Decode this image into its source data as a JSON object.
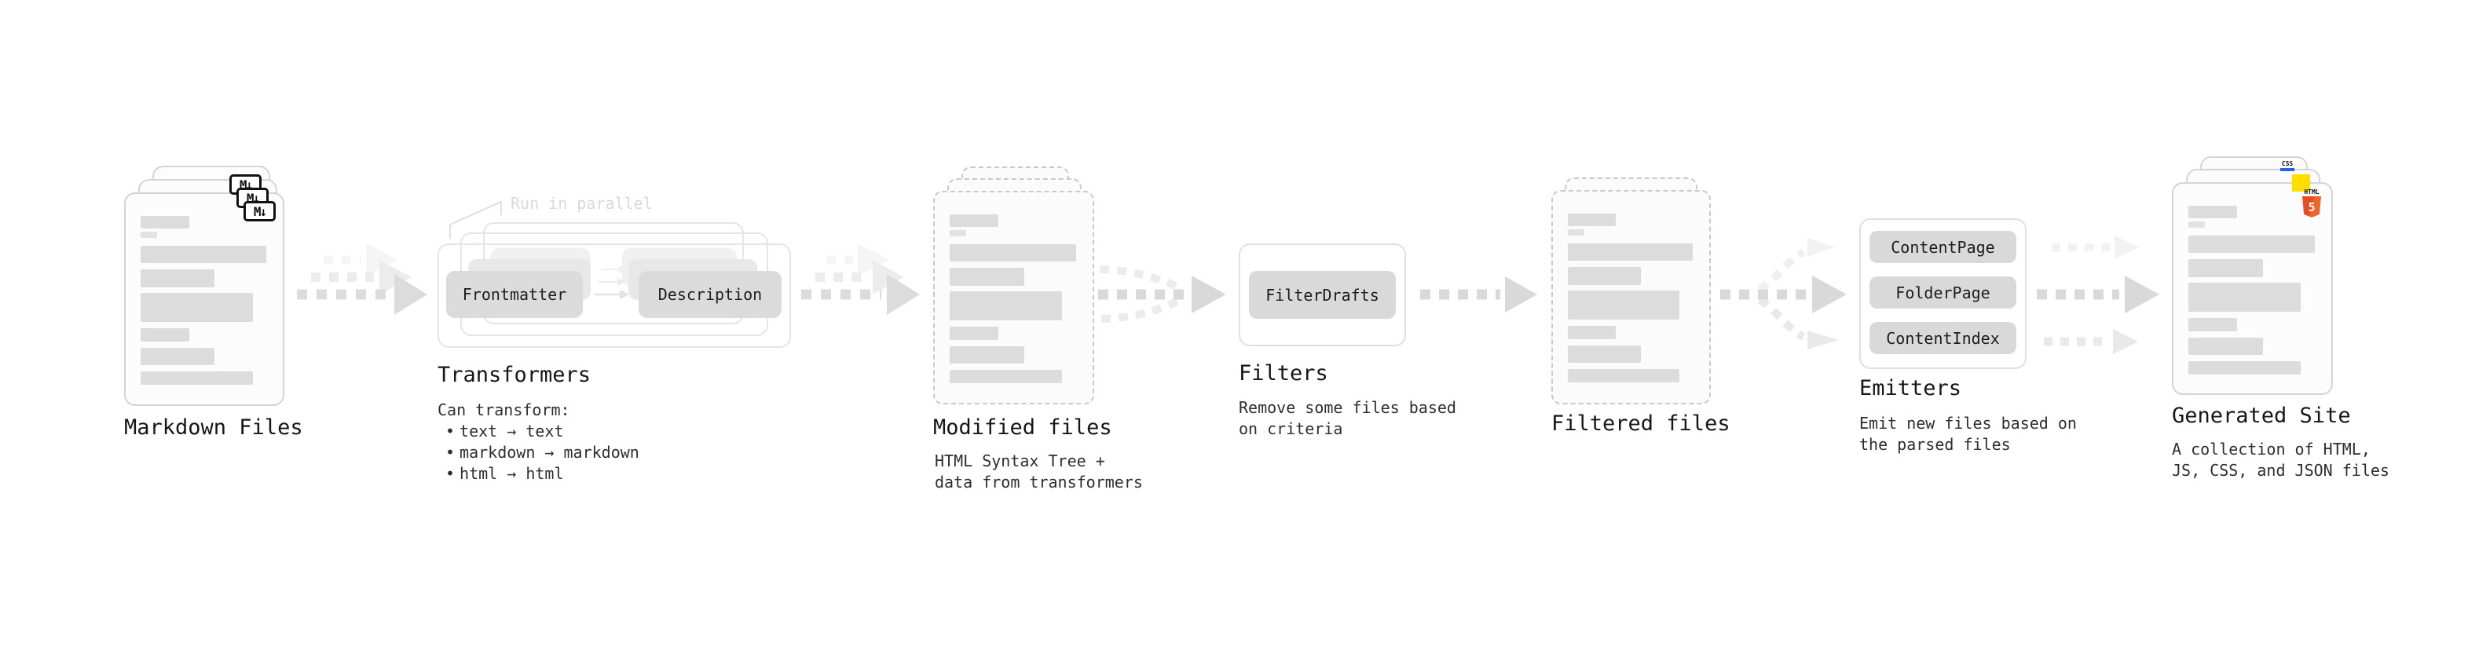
{
  "markdown": {
    "label": "Markdown Files",
    "badge": "M↓"
  },
  "transformers": {
    "annotation": "Run in parallel",
    "pill_left": "Frontmatter",
    "pill_right": "Description",
    "label": "Transformers",
    "note_title": "Can transform:",
    "bullet_char": "•",
    "bullets": [
      "text → text",
      "markdown → markdown",
      "html → html"
    ]
  },
  "modified": {
    "label": "Modified files",
    "note_line1": "HTML Syntax Tree +",
    "note_line2": "data from transformers"
  },
  "filters": {
    "pill": "FilterDrafts",
    "label": "Filters",
    "note_line1": "Remove some files based",
    "note_line2": "on criteria"
  },
  "filtered": {
    "label": "Filtered files"
  },
  "emitters": {
    "pills": [
      "ContentPage",
      "FolderPage",
      "ContentIndex"
    ],
    "label": "Emitters",
    "note_line1": "Emit new files based on",
    "note_line2": "the parsed files"
  },
  "generated": {
    "label": "Generated Site",
    "note_line1": "A collection of HTML,",
    "note_line2": "JS, CSS, and JSON files",
    "badge_css": "CSS",
    "badge_html_top": "HTML",
    "badge_html_num": "5"
  },
  "colors": {
    "arrow_main": "#d9d9d9",
    "arrow_light": "#ececec",
    "arrow_faint": "#f5f5f5",
    "css_blue": "#2760e6",
    "js_yellow": "#ffdd00",
    "html5_orange": "#e44d26"
  }
}
